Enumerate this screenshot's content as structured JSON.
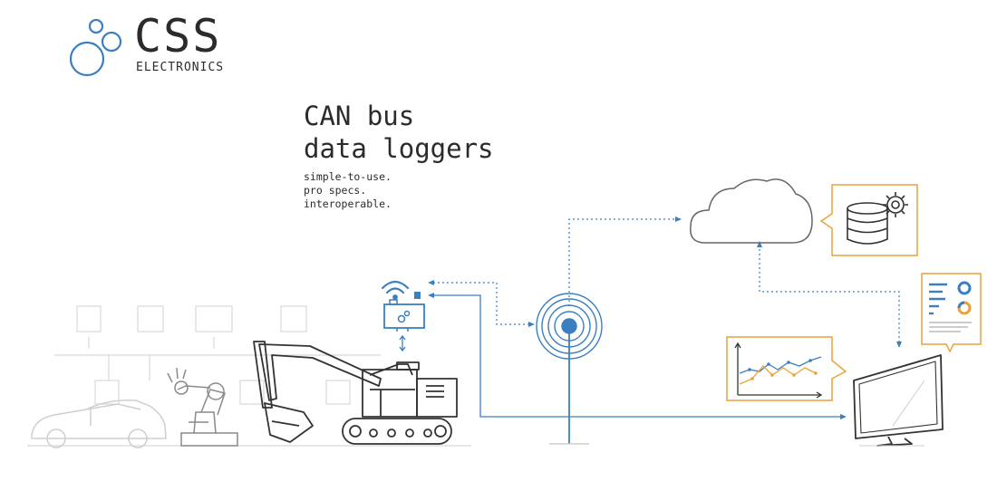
{
  "brand": {
    "name": "CSS",
    "sub": "ELECTRONICS"
  },
  "hero": {
    "title_line1": "CAN bus",
    "title_line2": "data loggers",
    "taglines": [
      "simple-to-use.",
      "pro specs.",
      "interoperable."
    ]
  },
  "colors": {
    "brand_blue": "#3a7fc1",
    "accent_orange": "#e8a23a",
    "line_gray": "#333333",
    "light_gray": "#cfcfcf"
  },
  "icons": [
    "logo-circles-icon",
    "wifi-icon",
    "can-logger-icon",
    "antenna-icon",
    "cloud-icon",
    "database-gear-icon",
    "dashboard-report-icon",
    "line-chart-icon",
    "monitor-icon",
    "car-icon",
    "robot-arm-icon",
    "excavator-icon"
  ]
}
